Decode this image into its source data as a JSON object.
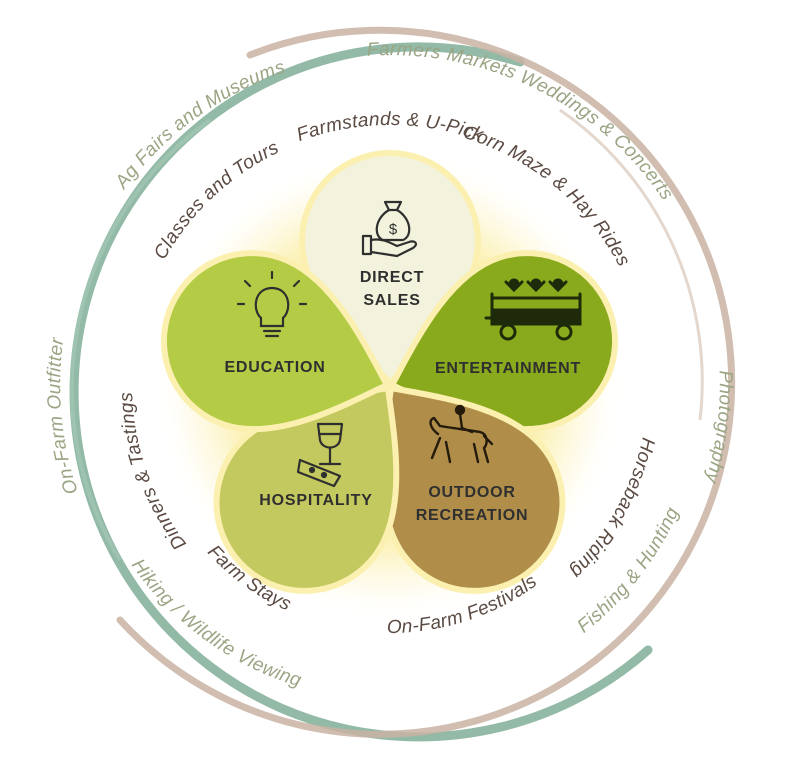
{
  "colors": {
    "ring_green": "#7fae98",
    "ring_tan": "#c9b3a3",
    "outer_text": "#9aa584",
    "inner_text": "#5a4a42",
    "glow": "#fbf0b0",
    "direct_sales": "#f3f2dc",
    "education": "#b4cc45",
    "entertainment": "#8aaa1e",
    "hospitality": "#c3c95e",
    "outdoor_recreation": "#b08e4a"
  },
  "outer_labels": [
    "Farmers Markets",
    "Weddings & Concerts",
    "Photography",
    "Fishing & Hunting",
    "Hiking / Wildlife Viewing",
    "On-Farm Outfitter",
    "Ag Fairs and Museums"
  ],
  "inner_labels": [
    "Farmstands & U-Pick",
    "Corn Maze & Hay Rides",
    "Horseback Riding",
    "On-Farm Festivals",
    "Farm Stays",
    "Dinners & Tastings",
    "Classes and Tours"
  ],
  "petals": {
    "direct_sales": {
      "line1": "DIRECT",
      "line2": "SALES",
      "icon": "money-bag-hand-icon"
    },
    "education": {
      "line1": "EDUCATION",
      "icon": "lightbulb-icon"
    },
    "entertainment": {
      "line1": "ENTERTAINMENT",
      "icon": "hay-wagon-icon"
    },
    "hospitality": {
      "line1": "HOSPITALITY",
      "icon": "wine-cheese-icon"
    },
    "outdoor_recreation": {
      "line1": "OUTDOOR",
      "line2": "RECREATION",
      "icon": "horseback-rider-icon"
    }
  }
}
